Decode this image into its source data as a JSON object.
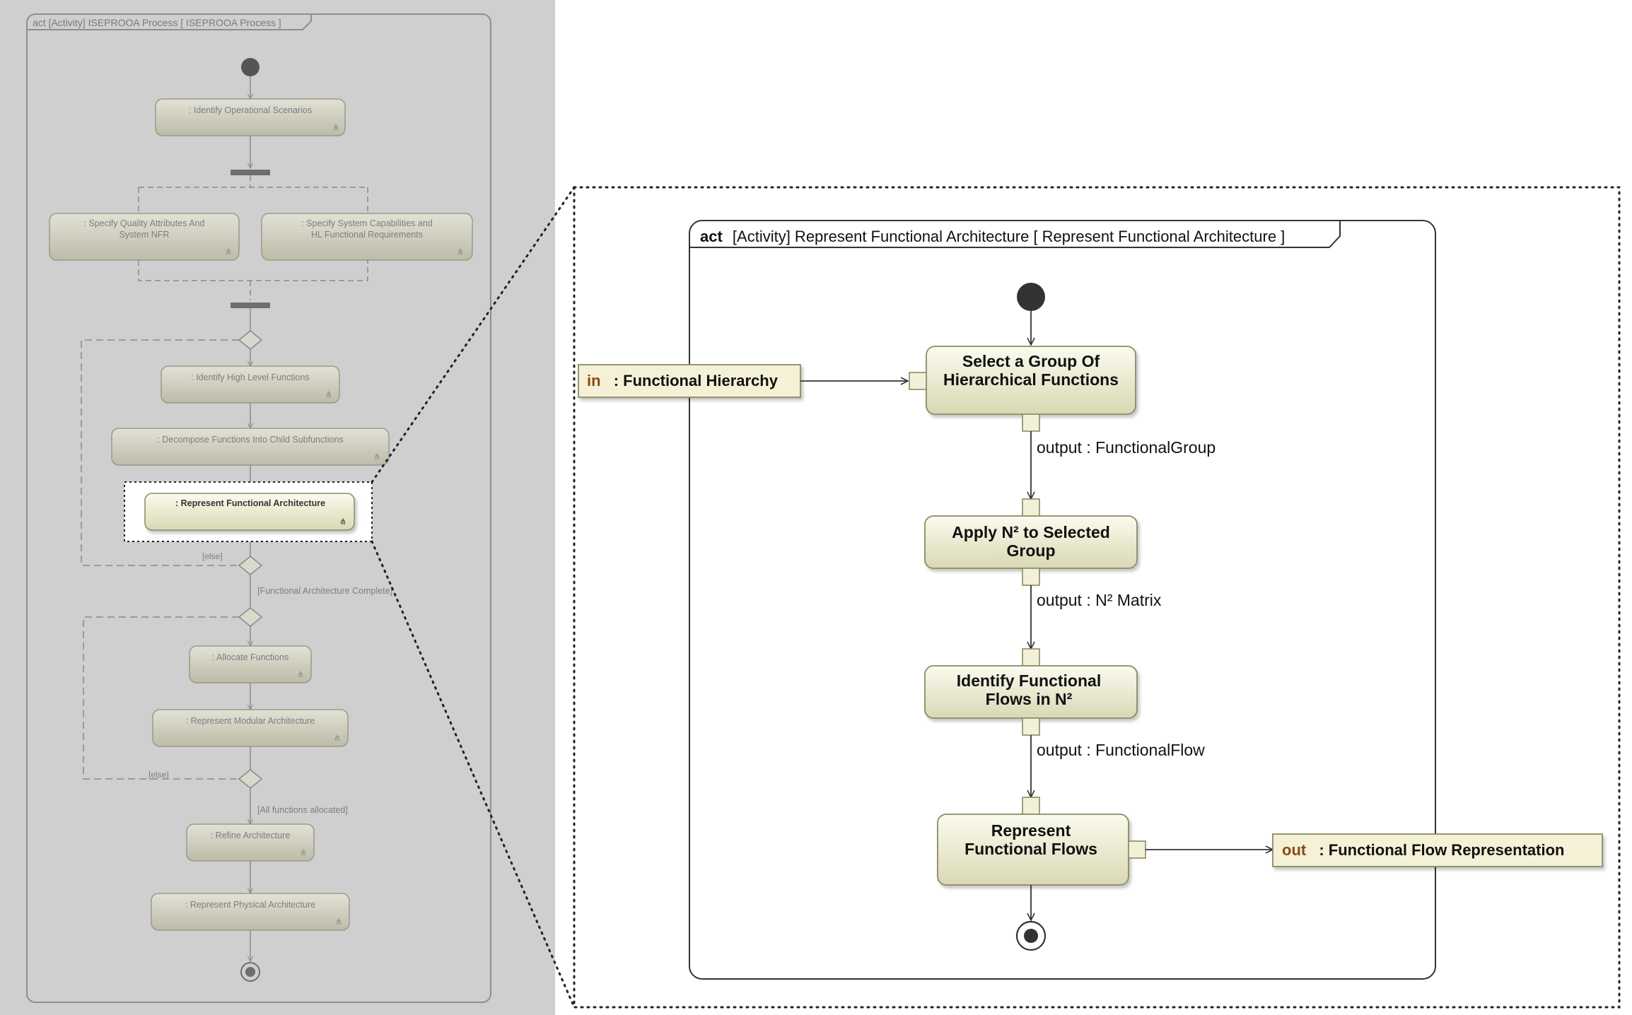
{
  "overview": {
    "frame_title": "act [Activity] ISEPROOA Process [ ISEPROOA Process ]",
    "actions": {
      "identify_operational_scenarios": ": Identify Operational Scenarios",
      "specify_quality_attributes": ": Specify Quality Attributes And System NFR",
      "specify_quality_attributes_l1": ": Specify Quality Attributes And",
      "specify_quality_attributes_l2": "System NFR",
      "specify_capabilities": ": Specify System Capabilities and HL Functional Requirements",
      "specify_capabilities_l1": ": Specify System Capabilities and",
      "specify_capabilities_l2": "HL Functional Requirements",
      "identify_high_level_functions": ": Identify High Level Functions",
      "decompose_functions": ": Decompose Functions Into Child Subfunctions",
      "represent_functional_architecture": ": Represent Functional Architecture",
      "allocate_functions": ": Allocate Functions",
      "represent_modular_architecture": ": Represent Modular Architecture",
      "refine_architecture": ": Refine Architecture",
      "represent_physical_architecture": ": Represent Physical Architecture"
    },
    "guards": {
      "else_1": "[else]",
      "functional_architecture_complete": "[Functional Architecture Complete]",
      "else_2": "[else]",
      "all_functions_allocated": "[All functions allocated]"
    }
  },
  "detail": {
    "frame_keyword": "act",
    "frame_title": "[Activity] Represent Functional Architecture [ Represent Functional Architecture ]",
    "input_parameter": {
      "direction": "in",
      "label": ": Functional Hierarchy"
    },
    "output_parameter": {
      "direction": "out",
      "label": ": Functional Flow Representation"
    },
    "actions": [
      {
        "line1": "Select a Group Of",
        "line2": "Hierarchical Functions"
      },
      {
        "line1": "Apply N² to Selected",
        "line2": "Group"
      },
      {
        "line1": "Identify Functional",
        "line2": "Flows in N²"
      },
      {
        "line1": "Represent",
        "line2": "Functional Flows"
      }
    ],
    "flow_labels": [
      "output : FunctionalGroup",
      "output : N² Matrix",
      "output : FunctionalFlow"
    ]
  },
  "colors": {
    "action_fill_light": "#fbfbef",
    "action_fill_dark": "#d9d8b4",
    "action_stroke": "#8c8b64",
    "pin_fill": "#f2f1d8",
    "param_fill": "#f4f1d6",
    "in_out_keyword": "#8b4a12",
    "overview_panel": "#cfcfcf",
    "line": "#333333"
  }
}
